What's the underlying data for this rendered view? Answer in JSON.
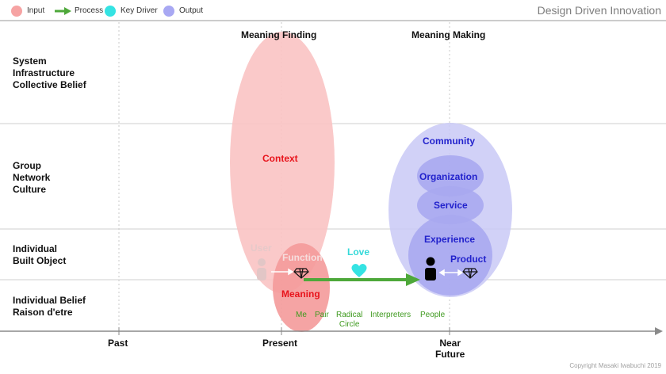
{
  "title": "Design Driven Innovation",
  "legend": [
    {
      "label": "Input",
      "icon": "pink-dot-icon",
      "color": "#f6a3a3"
    },
    {
      "label": "Process",
      "icon": "green-arrow-icon",
      "color": "#4ea83a"
    },
    {
      "label": "Key Driver",
      "icon": "cyan-dot-icon",
      "color": "#35e3e3"
    },
    {
      "label": "Output",
      "icon": "blue-dot-icon",
      "color": "#a8a8f3"
    }
  ],
  "phases": {
    "finding": "Meaning Finding",
    "making": "Meaning Making"
  },
  "rows": [
    [
      "System",
      "Infrastructure",
      "Collective Belief"
    ],
    [
      "Group",
      "Network",
      "Culture"
    ],
    [
      "Individual",
      "Built Object"
    ],
    [
      "Individual Belief",
      "Raison d'etre"
    ]
  ],
  "input_labels": {
    "context": "Context",
    "user": "User",
    "function": "Function",
    "meaning": "Meaning"
  },
  "key_driver": {
    "label": "Love",
    "icon": "heart-icon"
  },
  "output_labels": {
    "community": "Community",
    "organization": "Organization",
    "service": "Service",
    "experience": "Experience",
    "product": "Product"
  },
  "interpreters": {
    "me": "Me",
    "pair": "Pair",
    "radical": "Radical",
    "circle": "Circle",
    "interpreters": "Interpreters",
    "people": "People"
  },
  "time_axis": {
    "past": "Past",
    "present": "Present",
    "near": "Near",
    "future": "Future"
  },
  "copyright": "Copyright Masaki Iwabuchi 2019",
  "colors": {
    "input": "#f6a3a3",
    "process": "#4ea83a",
    "key_driver": "#35e3e3",
    "output": "#a8a8f3",
    "context_text": "#e8141c",
    "output_text": "#2222cc",
    "interpreters_text": "#3f9a1f"
  }
}
